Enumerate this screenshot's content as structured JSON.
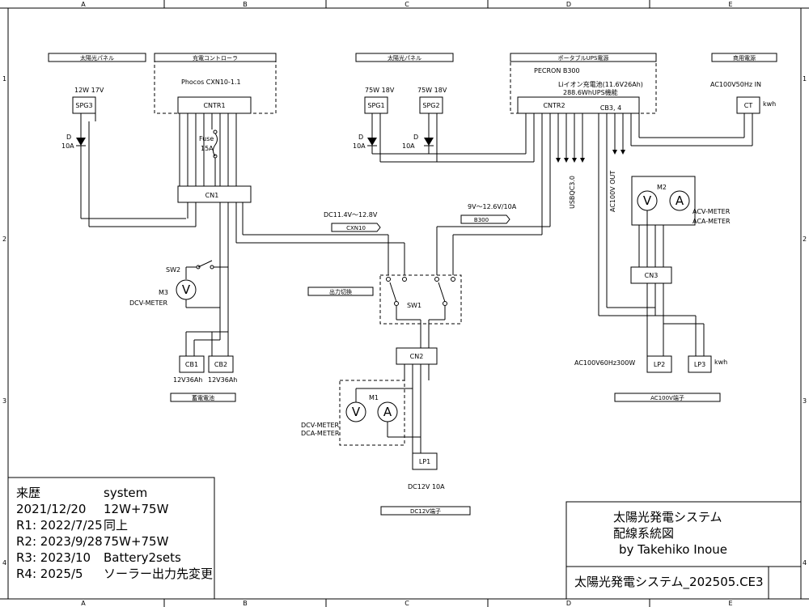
{
  "grid": {
    "cols": [
      "A",
      "B",
      "C",
      "D",
      "E"
    ],
    "rows": [
      "1",
      "2",
      "3",
      "4"
    ]
  },
  "sections": {
    "solar_panel_1": "太陽光パネル",
    "charge_controller": "充電コントローラ",
    "solar_panel_2": "太陽光パネル",
    "portable_ups": "ポータブルUPS電源",
    "commercial_power": "商用電源",
    "output_switch": "出力切換",
    "storage_battery": "蓄電電池",
    "dc12v_terminal": "DC12V端子",
    "ac100v_terminal": "AC100V端子"
  },
  "components": {
    "spg3": {
      "label": "SPG3",
      "spec": "12W 17V"
    },
    "spg1": {
      "label": "SPG1",
      "spec": "75W 18V"
    },
    "spg2": {
      "label": "SPG2",
      "spec": "75W 18V"
    },
    "cntr1": {
      "label": "CNTR1",
      "model": "Phocos CXN10-1.1"
    },
    "cntr2": {
      "label": "CNTR2",
      "cb": "CB3, 4",
      "brand": "PECRON B300",
      "spec1": "Liイオン充電池(11.6V26Ah)",
      "spec2": "288.6WhUPS機能"
    },
    "ct": {
      "label": "CT",
      "spec": "AC100V50Hz IN",
      "unit": "kwh"
    },
    "cn1": "CN1",
    "cn2": "CN2",
    "cn3": "CN3",
    "sw1": "SW1",
    "sw2": "SW2",
    "cb1": "CB1",
    "cb2": "CB2",
    "battery_spec": "12V36Ah",
    "lp1": {
      "label": "LP1",
      "spec": "DC12V 10A"
    },
    "lp2": {
      "label": "LP2",
      "spec": "AC100V60Hz300W"
    },
    "lp3": {
      "label": "LP3",
      "unit": "kwh"
    },
    "fuse": {
      "label": "Fuse",
      "rating": "15A"
    },
    "diode": {
      "label": "D",
      "rating": "10A"
    },
    "m1": {
      "label": "M1",
      "desc1": "DCV-METER",
      "desc2": "DCA-METER"
    },
    "m2": {
      "label": "M2",
      "desc1": "ACV-METER",
      "desc2": "ACA-METER"
    },
    "m3": {
      "label": "M3",
      "desc": "DCV-METER"
    },
    "meter_v": "V",
    "meter_a": "A",
    "tag_cxn10": "CXN10",
    "tag_b300": "B300",
    "dc_range": "DC11.4V～12.8V",
    "b300_range": "9V～12.6V/10A",
    "usb": "USBQC3.0",
    "ac_out": "AC100V OUT"
  },
  "history": {
    "title": "来歴",
    "system": "system",
    "rows": [
      {
        "rev": "2021/12/20",
        "note": "12W+75W"
      },
      {
        "rev": "R1: 2022/7/25",
        "note": "同上"
      },
      {
        "rev": "R2: 2023/9/28",
        "note": "75W+75W"
      },
      {
        "rev": "R3: 2023/10",
        "note": "Battery2sets"
      },
      {
        "rev": "R4: 2025/5",
        "note": "ソーラー出力先変更"
      }
    ]
  },
  "title_block": {
    "title1": "太陽光発電システム",
    "title2": "配線系統図",
    "author": "by Takehiko Inoue",
    "filename": "太陽光発電システム_202505.CE3"
  }
}
